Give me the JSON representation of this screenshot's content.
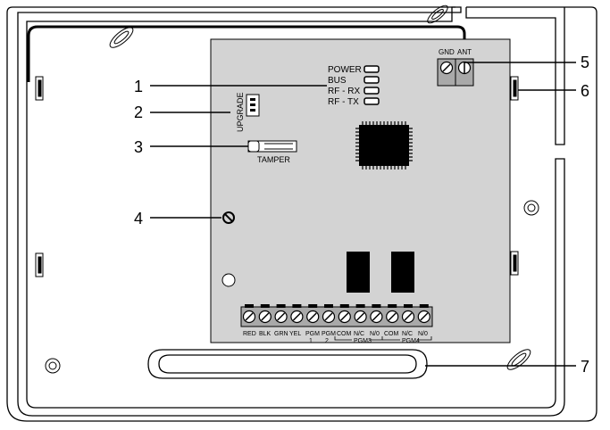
{
  "callouts": [
    "1",
    "2",
    "3",
    "4",
    "5",
    "6",
    "7"
  ],
  "leds": [
    "POWER",
    "BUS",
    "RF - RX",
    "RF - TX"
  ],
  "labels": {
    "upgrade": "UPGRADE",
    "tamper": "TAMPER",
    "gnd": "GND",
    "ant": "ANT"
  },
  "terminals": [
    "RED",
    "BLK",
    "GRN",
    "YEL",
    "PGM",
    "PGM",
    "COM",
    "N/C",
    "N/0",
    "COM",
    "N/C",
    "N/0"
  ],
  "terminal_sub": [
    "1",
    "2"
  ],
  "groups": [
    "PGM3",
    "PGM4"
  ],
  "colors": {
    "board": "#d3d3d3",
    "line": "#000000",
    "background": "#ffffff"
  }
}
